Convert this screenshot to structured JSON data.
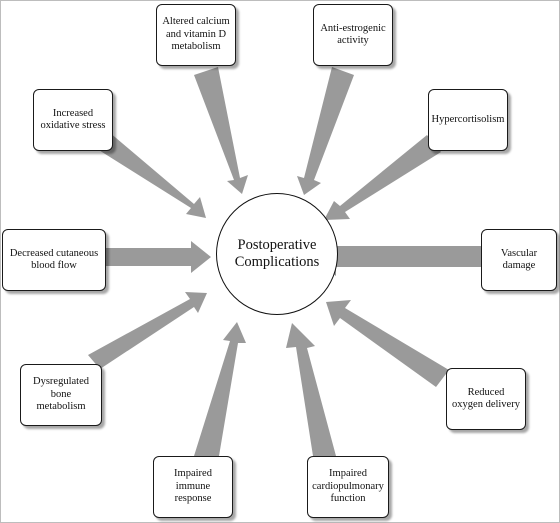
{
  "diagram": {
    "center": {
      "label_line1": "Postoperative",
      "label_line2": "Complications"
    },
    "arrow_color": "#9a9a9a",
    "factors": {
      "calcium": "Altered calcium and vitamin D metabolism",
      "estrogen": "Anti-estrogenic activity",
      "oxidative": "Increased oxidative stress",
      "cortisol": "Hypercortisolism",
      "blood_flow": "Decreased cutaneous blood flow",
      "vascular": "Vascular damage",
      "bone": "Dysregulated bone metabolism",
      "oxygen": "Reduced oxygen delivery",
      "immune": "Impaired immune response",
      "cardio": "Impaired cardiopulmonary function"
    }
  }
}
